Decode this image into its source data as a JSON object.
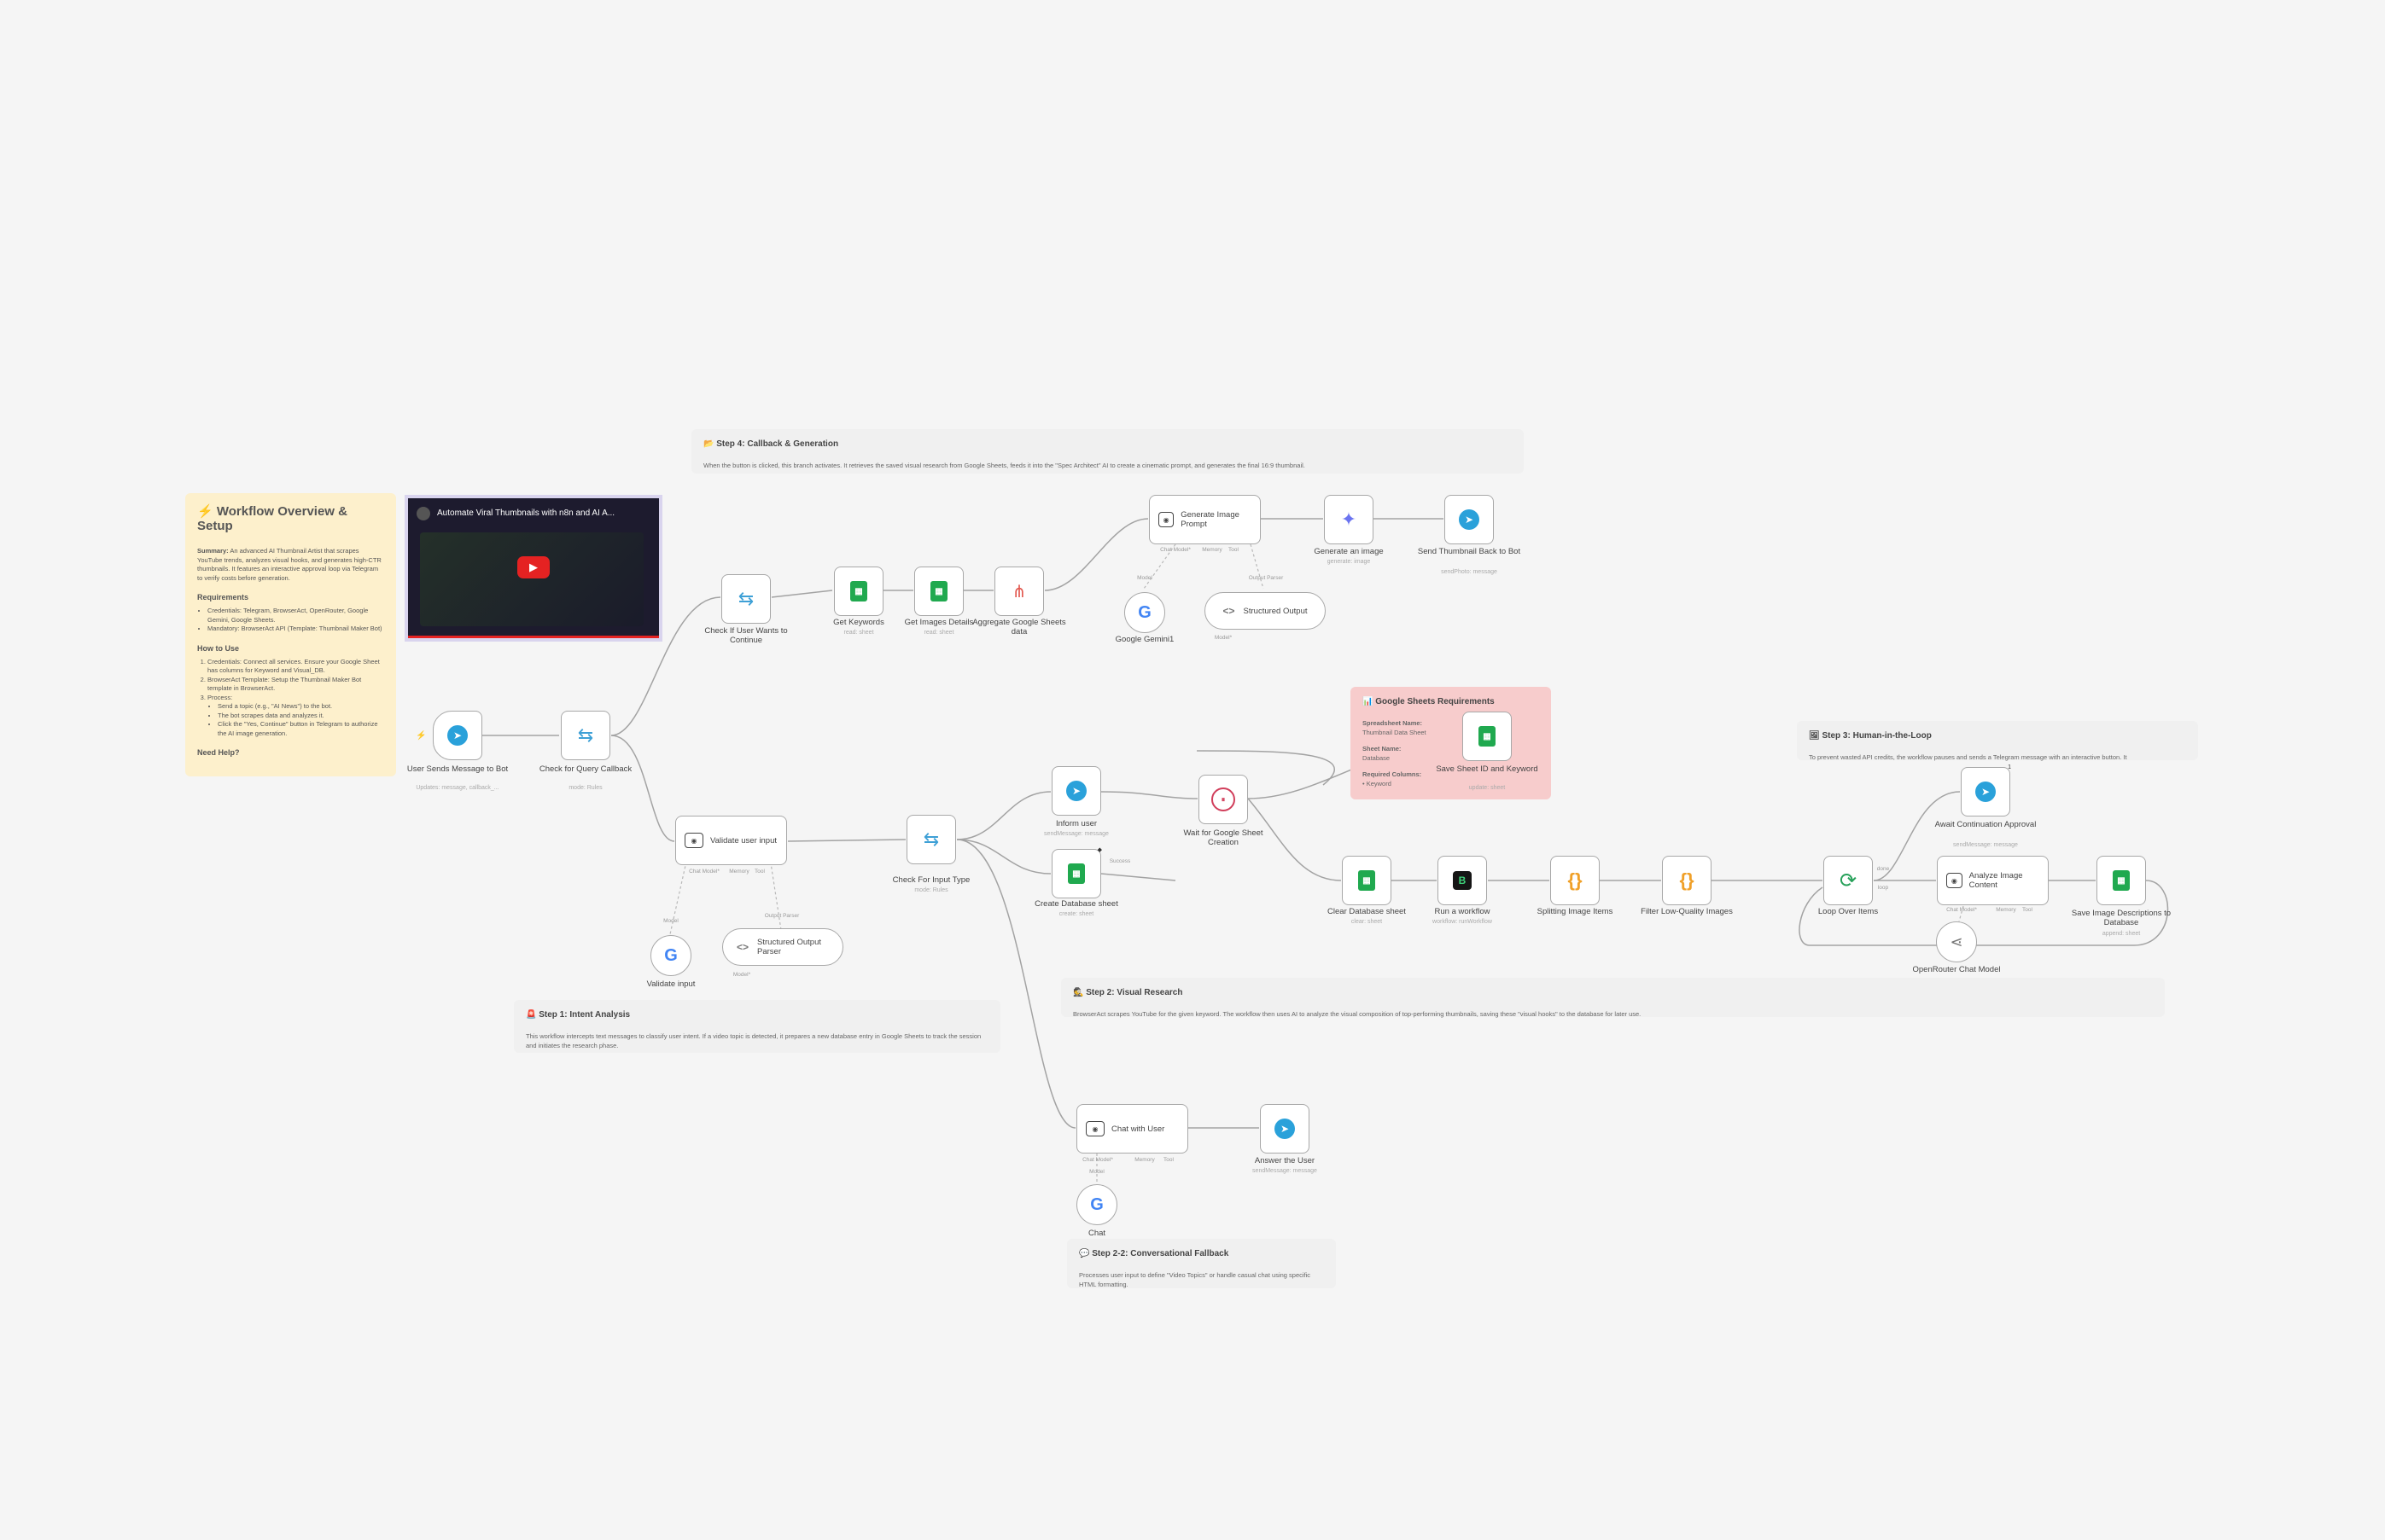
{
  "overview": {
    "title": "Workflow Overview & Setup",
    "summary_label": "Summary:",
    "summary_text": "An advanced AI Thumbnail Artist that scrapes YouTube trends, analyzes visual hooks, and generates high-CTR thumbnails. It features an interactive approval loop via Telegram to verify costs before generation.",
    "requirements_heading": "Requirements",
    "requirements": [
      "Credentials: Telegram, BrowserAct, OpenRouter, Google Gemini, Google Sheets.",
      "Mandatory: BrowserAct API (Template: Thumbnail Maker Bot)"
    ],
    "howto_heading": "How to Use",
    "howto": [
      "Credentials: Connect all services. Ensure your Google Sheet has columns for Keyword and Visual_DB.",
      "BrowserAct Template: Setup the Thumbnail Maker Bot template in BrowserAct.",
      "Process:"
    ],
    "process_steps": [
      "Send a topic (e.g., \"AI News\") to the bot.",
      "The bot scrapes data and analyzes it.",
      "Click the \"Yes, Continue\" button in Telegram to authorize the AI image generation."
    ],
    "help_heading": "Need Help?"
  },
  "video": {
    "title": "Automate Viral Thumbnails with n8n and AI A..."
  },
  "notes": {
    "step4_title": "Step 4: Callback & Generation",
    "step4_text": "When the button is clicked, this branch activates. It retrieves the saved visual research from Google Sheets, feeds it into the \"Spec Architect\" AI to create a cinematic prompt, and generates the final 16:9 thumbnail.",
    "step1_title": "Step 1: Intent Analysis",
    "step1_text": "This workflow intercepts text messages to classify user intent. If a video topic is detected, it prepares a new database entry in Google Sheets to track the session and initiates the research phase.",
    "step2_title": "Step 2: Visual Research",
    "step2_text": "BrowserAct scrapes YouTube for the given keyword. The workflow then uses AI to analyze the visual composition of top-performing thumbnails, saving these \"visual hooks\" to the database for later use.",
    "step3_title": "Step 3: Human-in-the-Loop",
    "step3_text": "To prevent wasted API credits, the workflow pauses and sends a Telegram message with an interactive button. It",
    "step22_title": "Step 2-2: Conversational Fallback",
    "step22_text": "Processes user input to define \"Video Topics\" or handle casual chat using specific HTML formatting.",
    "gs_title": "Google Sheets Requirements",
    "gs_spread_label": "Spreadsheet Name:",
    "gs_spread_val": "Thumbnail Data Sheet",
    "gs_sheet_label": "Sheet Name:",
    "gs_sheet_val": "Database",
    "gs_cols_label": "Required Columns:",
    "gs_cols_val": "Keyword"
  },
  "nodes": {
    "user_sends": {
      "label": "User Sends Message to Bot",
      "sub": "Updates: message, callback_..."
    },
    "check_query": {
      "label": "Check for Query Callback",
      "sub": "mode: Rules"
    },
    "check_continue": {
      "label": "Check If User Wants to Continue"
    },
    "get_keywords": {
      "label": "Get Keywords",
      "sub": "read: sheet"
    },
    "get_images": {
      "label": "Get Images Details",
      "sub": "read: sheet"
    },
    "aggregate": {
      "label": "Aggregate Google Sheets data"
    },
    "gen_prompt": {
      "label": "Generate Image Prompt",
      "p1": "Chat Model*",
      "p2": "Memory",
      "p3": "Tool",
      "p4": "Output Parser"
    },
    "gemini1": {
      "label": "Google Gemini1",
      "port": "Model"
    },
    "structured_output": {
      "label": "Structured Output",
      "port": "Model*"
    },
    "gen_image": {
      "label": "Generate an image",
      "sub": "generate: image"
    },
    "send_thumb": {
      "label": "Send Thumbnail Back to Bot",
      "sub": "sendPhoto: message"
    },
    "validate_input": {
      "label": "Validate user input",
      "p1": "Chat Model*",
      "p2": "Memory",
      "p3": "Tool",
      "p4": "Output Parser"
    },
    "validate_gemini": {
      "label": "Validate input",
      "port": "Model"
    },
    "so_parser": {
      "label": "Structured Output Parser",
      "port": "Model*"
    },
    "check_input_type": {
      "label": "Check For Input Type",
      "sub": "mode: Rules"
    },
    "inform_user": {
      "label": "Inform user",
      "sub": "sendMessage: message"
    },
    "create_db": {
      "label": "Create Database sheet",
      "sub": "create: sheet",
      "badge": "Success"
    },
    "wait_sheet": {
      "label": "Wait for Google Sheet Creation"
    },
    "save_sheet_id": {
      "label": "Save Sheet ID and Keyword",
      "sub": "update: sheet"
    },
    "clear_db": {
      "label": "Clear Database sheet",
      "sub": "clear: sheet"
    },
    "run_workflow": {
      "label": "Run a workflow",
      "sub": "workflow: runWorkflow"
    },
    "splitting": {
      "label": "Splitting Image Items"
    },
    "filter_low": {
      "label": "Filter Low-Quality Images"
    },
    "loop": {
      "label": "Loop Over Items",
      "p1": "done",
      "p2": "loop"
    },
    "await_approval": {
      "label": "Await Continuation Approval",
      "sub": "sendMessage: message",
      "badge": "1"
    },
    "analyze_image": {
      "label": "Analyze Image Content",
      "p1": "Chat Model*",
      "p2": "Memory",
      "p3": "Tool"
    },
    "openrouter": {
      "label": "OpenRouter Chat Model"
    },
    "save_desc": {
      "label": "Save Image Descriptions to Database",
      "sub": "append: sheet"
    },
    "chat_user": {
      "label": "Chat with User",
      "p1": "Chat Model*",
      "p2": "Memory",
      "p3": "Tool"
    },
    "answer_user": {
      "label": "Answer the User",
      "sub": "sendMessage: message"
    },
    "chat_gemini": {
      "label": "Chat",
      "port": "Model"
    }
  },
  "icons": {
    "telegram": "telegram-icon",
    "sheets": "google-sheets-icon",
    "switch": "switch-icon",
    "agent": "ai-agent-icon",
    "code": "code-icon",
    "gemini": "google-gemini-icon",
    "wait": "wait-icon",
    "loop": "loop-icon"
  },
  "colors": {
    "telegram": "#2aa1da",
    "sheets": "#20a94f",
    "yellow_note": "#fdf0cc",
    "pink_note": "#f7cccc",
    "code": "#f0a028"
  }
}
